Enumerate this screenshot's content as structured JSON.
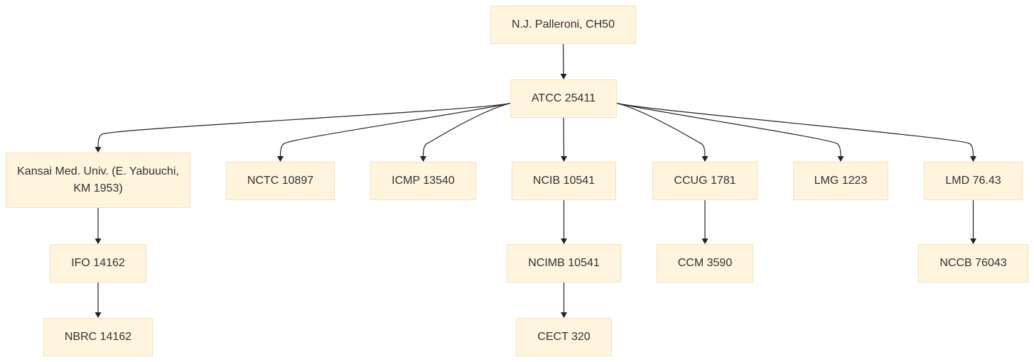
{
  "diagram": {
    "nodes": {
      "palleroni": "N.J. Palleroni, CH50",
      "atcc": "ATCC 25411",
      "kansai": "Kansai Med. Univ. (E. Yabuuchi, KM 1953)",
      "nctc": "NCTC 10897",
      "icmp": "ICMP 13540",
      "ncib": "NCIB 10541",
      "ccug": "CCUG 1781",
      "lmg": "LMG 1223",
      "lmd": "LMD 76.43",
      "ifo": "IFO 14162",
      "nbrc": "NBRC 14162",
      "ncimb": "NCIMB 10541",
      "cect": "CECT 320",
      "ccm": "CCM 3590",
      "nccb": "NCCB 76043"
    },
    "edges": [
      [
        "palleroni",
        "atcc"
      ],
      [
        "atcc",
        "kansai"
      ],
      [
        "atcc",
        "nctc"
      ],
      [
        "atcc",
        "icmp"
      ],
      [
        "atcc",
        "ncib"
      ],
      [
        "atcc",
        "ccug"
      ],
      [
        "atcc",
        "lmg"
      ],
      [
        "atcc",
        "lmd"
      ],
      [
        "kansai",
        "ifo"
      ],
      [
        "ifo",
        "nbrc"
      ],
      [
        "ncib",
        "ncimb"
      ],
      [
        "ncimb",
        "cect"
      ],
      [
        "ccug",
        "ccm"
      ],
      [
        "lmd",
        "nccb"
      ]
    ],
    "colors": {
      "node_fill": "#fff4dd",
      "node_border": "#f3e2bb",
      "edge": "#222222",
      "text": "#333333"
    }
  }
}
